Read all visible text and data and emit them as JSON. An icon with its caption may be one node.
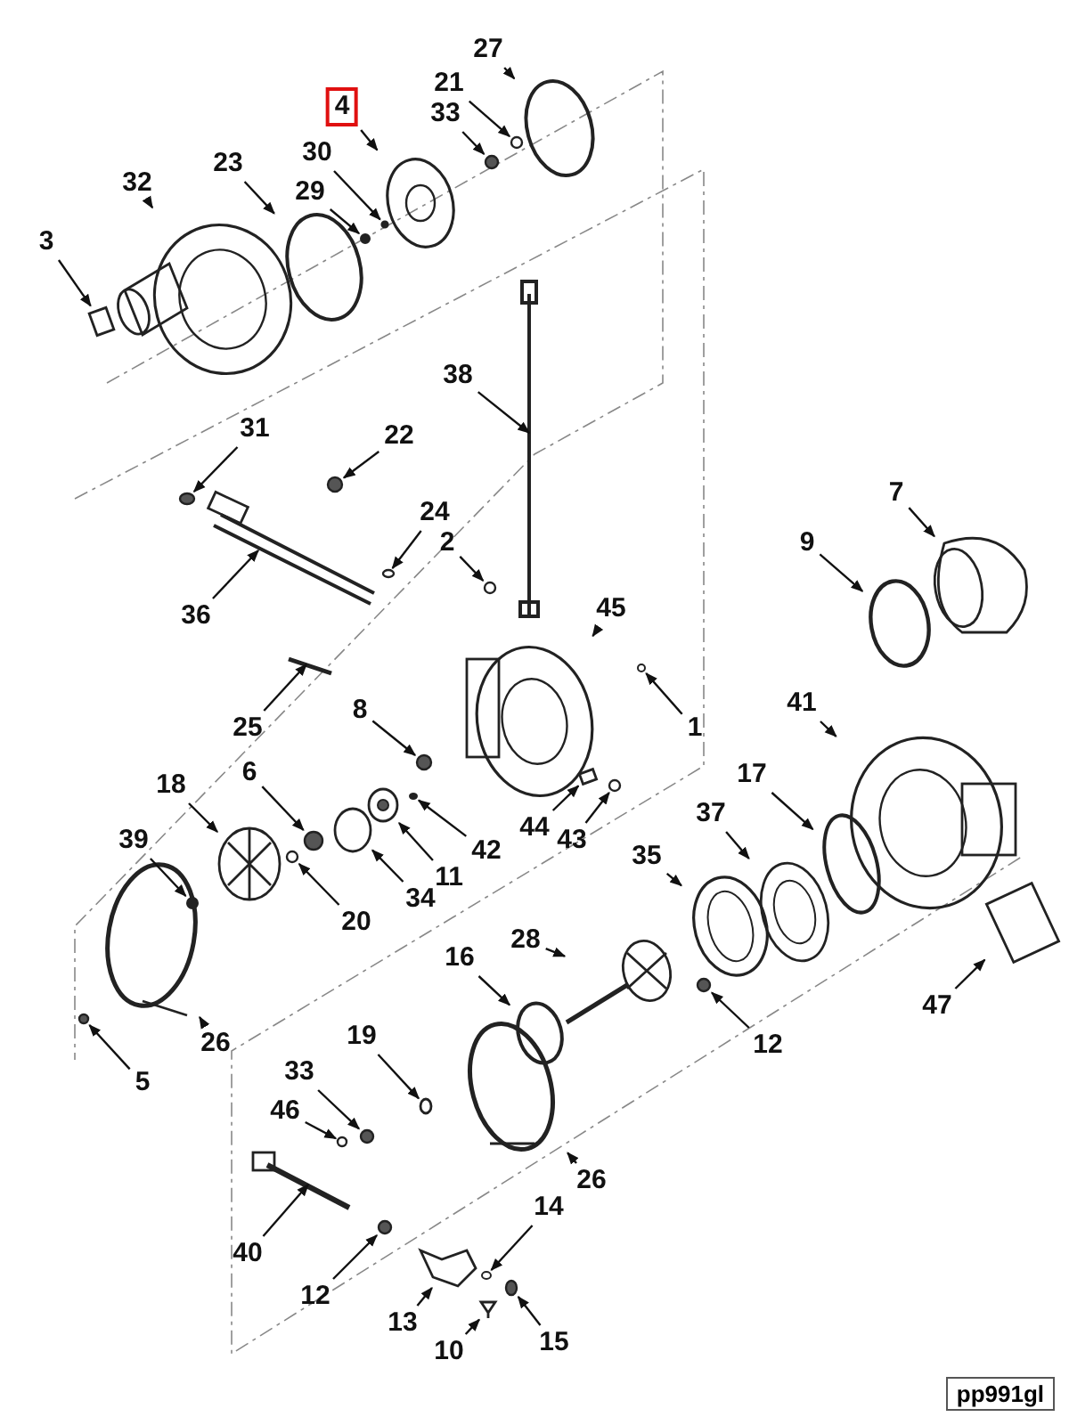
{
  "diagram": {
    "nodes": [
      {
        "text": [
          "27"
        ]
      },
      {
        "text": [
          "4"
        ]
      },
      {
        "text": [
          "21"
        ]
      },
      {
        "text": [
          "33"
        ]
      },
      {
        "text": [
          "30"
        ]
      },
      {
        "text": [
          "23"
        ]
      },
      {
        "text": [
          "32"
        ]
      },
      {
        "text": [
          "29"
        ]
      },
      {
        "text": [
          "3"
        ]
      },
      {
        "text": [
          "38"
        ]
      },
      {
        "text": [
          "31"
        ]
      },
      {
        "text": [
          "22"
        ]
      },
      {
        "text": [
          "7"
        ]
      },
      {
        "text": [
          "24"
        ]
      },
      {
        "text": [
          "2"
        ]
      },
      {
        "text": [
          "9"
        ]
      },
      {
        "text": [
          "45"
        ]
      },
      {
        "text": [
          "36"
        ]
      },
      {
        "text": [
          "41"
        ]
      },
      {
        "text": [
          "8"
        ]
      },
      {
        "text": [
          "25"
        ]
      },
      {
        "text": [
          "1"
        ]
      },
      {
        "text": [
          "17"
        ]
      },
      {
        "text": [
          "6"
        ]
      },
      {
        "text": [
          "18"
        ]
      },
      {
        "text": [
          "42"
        ]
      },
      {
        "text": [
          "37"
        ]
      },
      {
        "text": [
          "44"
        ]
      },
      {
        "text": [
          "43"
        ]
      },
      {
        "text": [
          "39"
        ]
      },
      {
        "text": [
          "35"
        ]
      },
      {
        "text": [
          "11"
        ]
      },
      {
        "text": [
          "34"
        ]
      },
      {
        "text": [
          "20"
        ]
      },
      {
        "text": [
          "28"
        ]
      },
      {
        "text": [
          "16"
        ]
      },
      {
        "text": [
          "47"
        ]
      },
      {
        "text": [
          "19"
        ]
      },
      {
        "text": [
          "26"
        ]
      },
      {
        "text": [
          "12"
        ]
      },
      {
        "text": [
          "33"
        ]
      },
      {
        "text": [
          "5"
        ]
      },
      {
        "text": [
          "46"
        ]
      },
      {
        "text": [
          "26"
        ]
      },
      {
        "text": [
          "14"
        ]
      },
      {
        "text": [
          "40"
        ]
      },
      {
        "text": [
          "12"
        ]
      },
      {
        "text": [
          "13"
        ]
      },
      {
        "text": [
          "15"
        ]
      },
      {
        "text": [
          "10"
        ]
      },
      {
        "text": [],
        "shape": "circle"
      },
      {
        "text": [],
        "shape": "picture"
      },
      {
        "text": [],
        "shape": "circle"
      },
      {
        "text": [],
        "shape": "circle"
      },
      {
        "text": [],
        "shape": "circle"
      },
      {
        "text": [],
        "shape": "circle"
      },
      {
        "text": [],
        "shape": "picture"
      },
      {
        "text": [],
        "shape": "circle"
      },
      {
        "text": [],
        "shape": "box"
      },
      {
        "text": [],
        "shape": "picture"
      },
      {
        "text": [],
        "shape": "circle"
      },
      {
        "text": [],
        "shape": "circle"
      },
      {
        "text": [],
        "shape": "picture"
      },
      {
        "text": [],
        "shape": "circle"
      },
      {
        "text": [],
        "shape": "circle"
      },
      {
        "text": [],
        "shape": "circle"
      },
      {
        "text": [],
        "shape": "picture"
      },
      {
        "text": [],
        "shape": "picture"
      },
      {
        "text": [],
        "shape": "picture"
      },
      {
        "text": [],
        "shape": "circle"
      },
      {
        "text": [],
        "shape": "bar"
      },
      {
        "text": [],
        "shape": "circle"
      },
      {
        "text": [],
        "shape": "circle"
      },
      {
        "text": [],
        "shape": "circle"
      },
      {
        "text": [],
        "shape": "picture"
      },
      {
        "text": [],
        "shape": "circle"
      },
      {
        "text": [],
        "shape": "picture"
      },
      {
        "text": [],
        "shape": "box"
      },
      {
        "text": [],
        "shape": "circle"
      },
      {
        "text": [],
        "shape": "circle"
      },
      {
        "text": [],
        "shape": "picture"
      },
      {
        "text": [],
        "shape": "picture"
      },
      {
        "text": [],
        "shape": "circle"
      },
      {
        "text": [],
        "shape": "circle"
      },
      {
        "text": [],
        "shape": "picture"
      },
      {
        "text": [],
        "shape": "circle"
      },
      {
        "text": [],
        "shape": "box"
      },
      {
        "text": [],
        "shape": "circle"
      },
      {
        "text": [],
        "shape": "picture"
      },
      {
        "text": [],
        "shape": "circle"
      },
      {
        "text": [],
        "shape": "circle"
      },
      {
        "text": [],
        "shape": "circle"
      },
      {
        "text": [],
        "shape": "circle"
      },
      {
        "text": [],
        "shape": "picture"
      },
      {
        "text": [],
        "shape": "circle"
      },
      {
        "text": [],
        "shape": "picture"
      },
      {
        "text": [],
        "shape": "circle"
      },
      {
        "text": [],
        "shape": "picture"
      },
      {
        "text": [],
        "shape": "circle"
      },
      {
        "text": [],
        "shape": "picture"
      }
    ],
    "edges": [
      {
        "from": 0,
        "to": 50,
        "arrow": "to"
      },
      {
        "from": 1,
        "to": 51,
        "arrow": "to"
      },
      {
        "from": 2,
        "to": 52,
        "arrow": "to"
      },
      {
        "from": 3,
        "to": 53,
        "arrow": "to"
      },
      {
        "from": 4,
        "to": 54,
        "arrow": "to"
      },
      {
        "from": 5,
        "to": 55,
        "arrow": "to"
      },
      {
        "from": 6,
        "to": 56,
        "arrow": "to"
      },
      {
        "from": 7,
        "to": 57,
        "arrow": "to"
      },
      {
        "from": 8,
        "to": 58,
        "arrow": "to"
      },
      {
        "from": 9,
        "to": 59,
        "arrow": "to"
      },
      {
        "from": 10,
        "to": 60,
        "arrow": "to"
      },
      {
        "from": 11,
        "to": 61,
        "arrow": "to"
      },
      {
        "from": 12,
        "to": 62,
        "arrow": "to"
      },
      {
        "from": 13,
        "to": 63,
        "arrow": "to"
      },
      {
        "from": 14,
        "to": 64,
        "arrow": "to"
      },
      {
        "from": 15,
        "to": 65,
        "arrow": "to"
      },
      {
        "from": 16,
        "to": 66,
        "arrow": "to"
      },
      {
        "from": 17,
        "to": 67,
        "arrow": "to"
      },
      {
        "from": 18,
        "to": 68,
        "arrow": "to"
      },
      {
        "from": 19,
        "to": 69,
        "arrow": "to"
      },
      {
        "from": 20,
        "to": 70,
        "arrow": "to"
      },
      {
        "from": 21,
        "to": 71,
        "arrow": "to"
      },
      {
        "from": 22,
        "to": 72,
        "arrow": "to"
      },
      {
        "from": 23,
        "to": 73,
        "arrow": "to"
      },
      {
        "from": 24,
        "to": 74,
        "arrow": "to"
      },
      {
        "from": 25,
        "to": 75,
        "arrow": "to"
      },
      {
        "from": 26,
        "to": 76,
        "arrow": "to"
      },
      {
        "from": 27,
        "to": 77,
        "arrow": "to"
      },
      {
        "from": 28,
        "to": 78,
        "arrow": "to"
      },
      {
        "from": 29,
        "to": 79,
        "arrow": "to"
      },
      {
        "from": 30,
        "to": 80,
        "arrow": "to"
      },
      {
        "from": 31,
        "to": 81,
        "arrow": "to"
      },
      {
        "from": 32,
        "to": 82,
        "arrow": "to"
      },
      {
        "from": 33,
        "to": 83,
        "arrow": "to"
      },
      {
        "from": 34,
        "to": 84,
        "arrow": "to"
      },
      {
        "from": 35,
        "to": 85,
        "arrow": "to"
      },
      {
        "from": 36,
        "to": 86,
        "arrow": "to"
      },
      {
        "from": 37,
        "to": 87,
        "arrow": "to"
      },
      {
        "from": 38,
        "to": 88,
        "arrow": "to"
      },
      {
        "from": 39,
        "to": 89,
        "arrow": "to"
      },
      {
        "from": 40,
        "to": 90,
        "arrow": "to"
      },
      {
        "from": 41,
        "to": 91,
        "arrow": "to"
      },
      {
        "from": 42,
        "to": 92,
        "arrow": "to"
      },
      {
        "from": 43,
        "to": 93,
        "arrow": "to"
      },
      {
        "from": 44,
        "to": 94,
        "arrow": "to"
      },
      {
        "from": 45,
        "to": 95,
        "arrow": "to"
      },
      {
        "from": 46,
        "to": 96,
        "arrow": "to"
      },
      {
        "from": 47,
        "to": 97,
        "arrow": "to"
      },
      {
        "from": 48,
        "to": 98,
        "arrow": "to"
      },
      {
        "from": 49,
        "to": 99,
        "arrow": "to"
      }
    ],
    "labels": [
      "pp991gl"
    ]
  }
}
